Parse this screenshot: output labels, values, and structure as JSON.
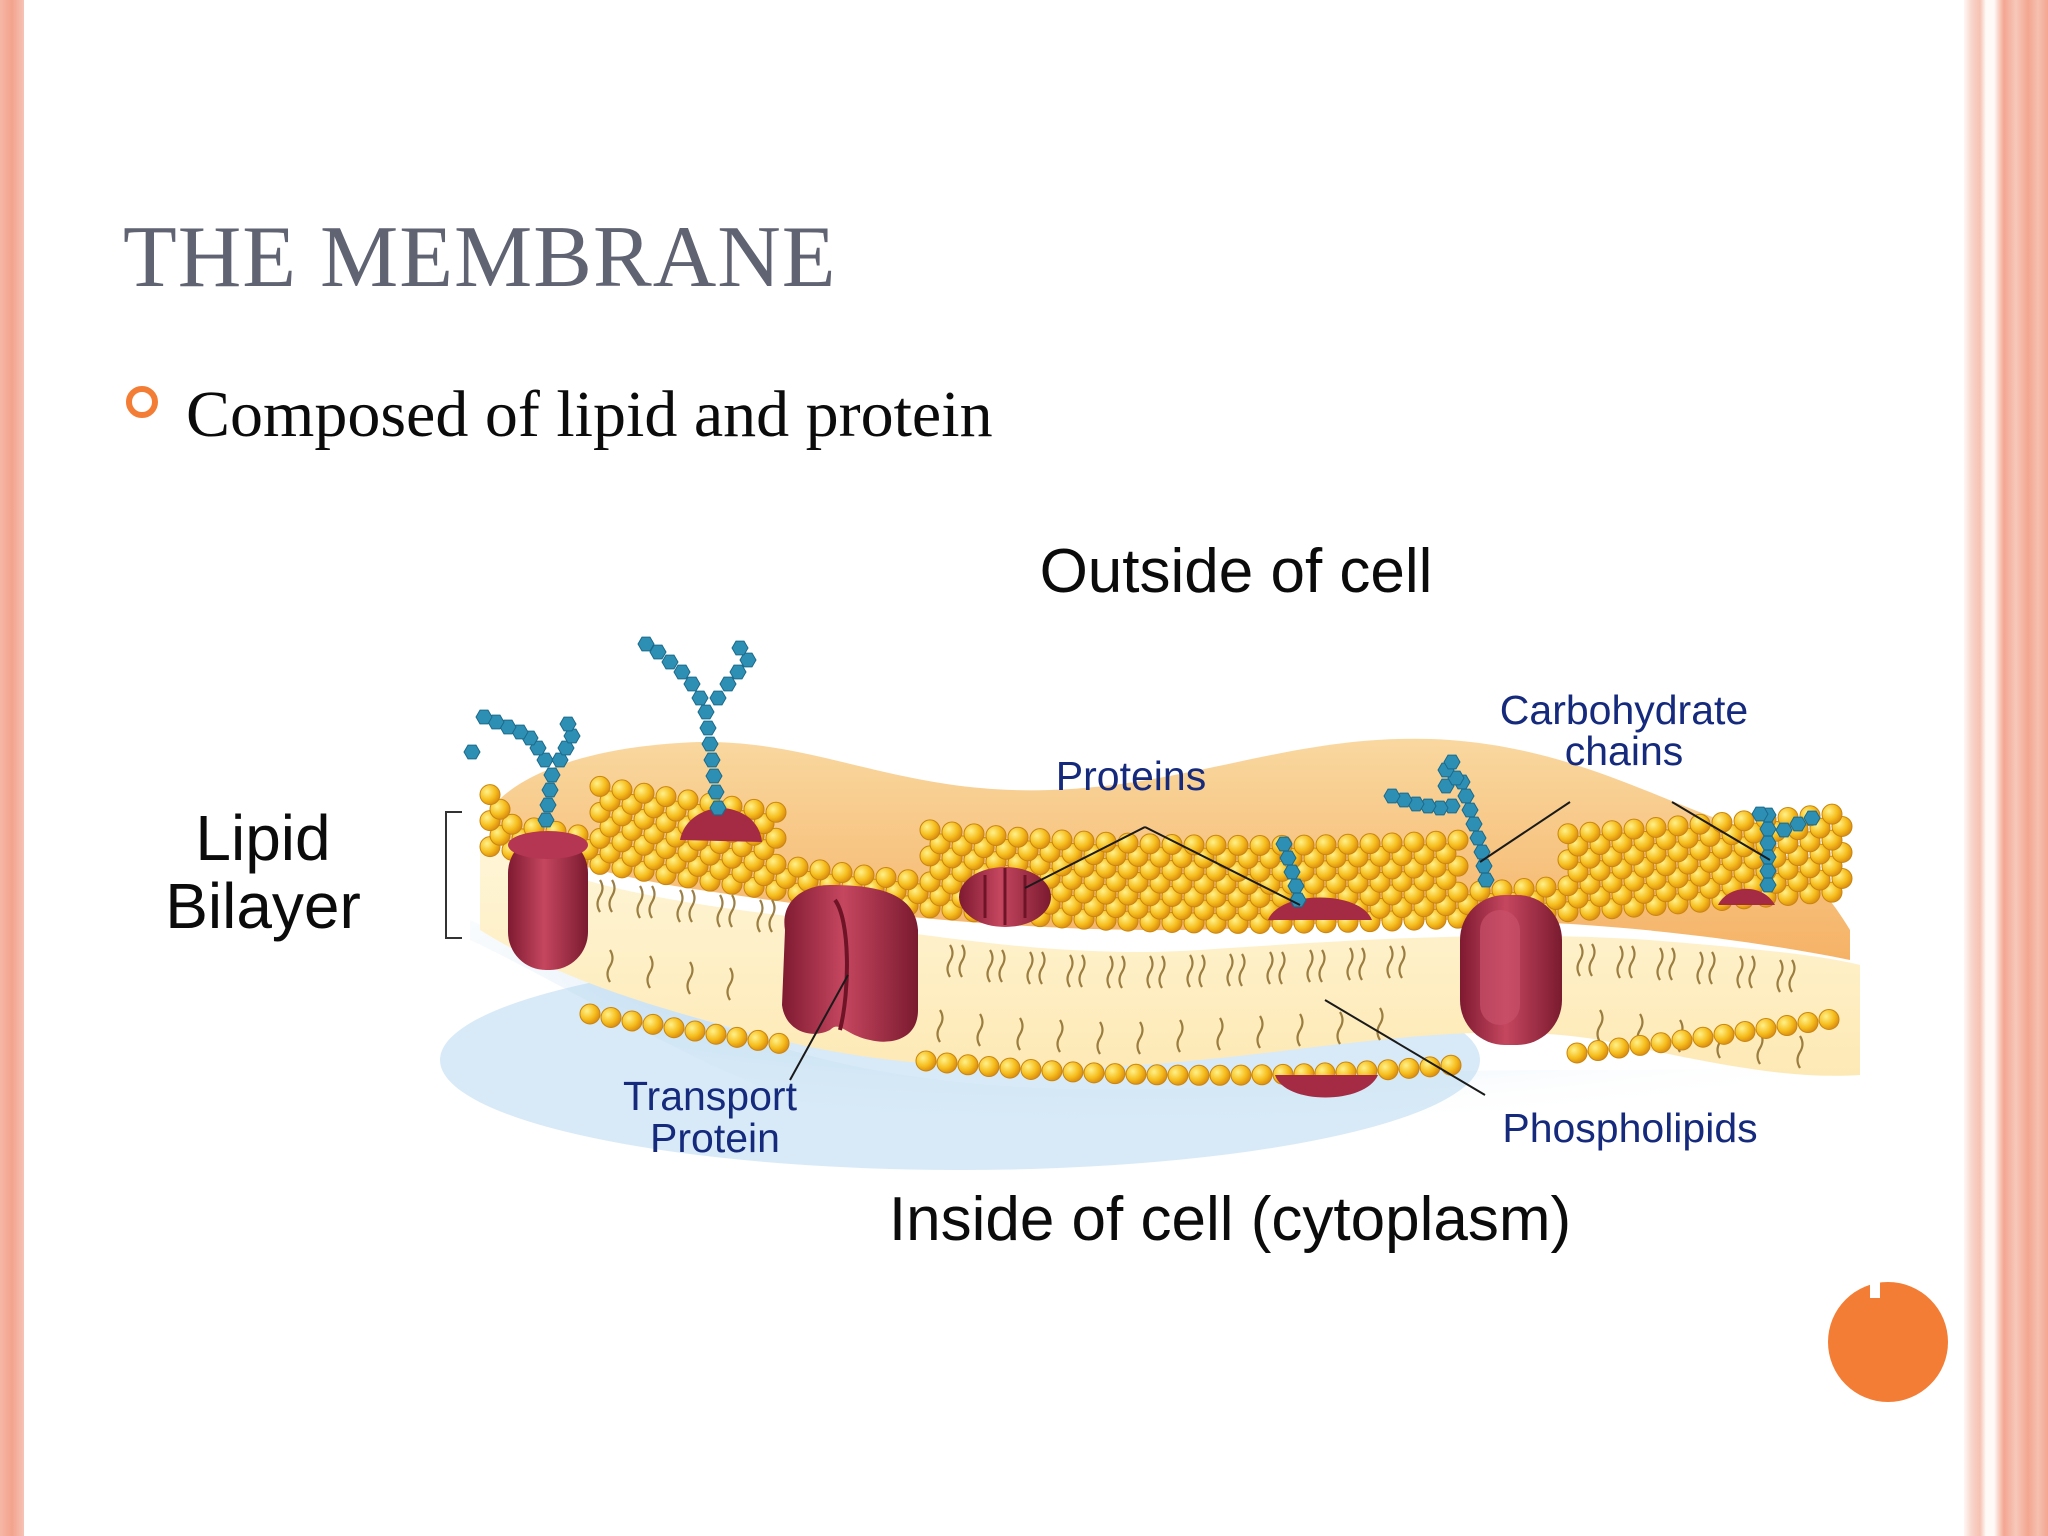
{
  "slide": {
    "title": "THE MEMBRANE",
    "bullet": "Composed of lipid and protein",
    "accent_color": "#f47d35",
    "title_color": "#5f6372"
  },
  "diagram": {
    "outside_label": "Outside of cell",
    "inside_label": "Inside of cell (cytoplasm)",
    "lipid_bilayer_line1": "Lipid",
    "lipid_bilayer_line2": "Bilayer",
    "proteins_label": "Proteins",
    "carbohydrate_line1": "Carbohydrate",
    "carbohydrate_line2": "chains",
    "transport_line1": "Transport",
    "transport_line2": "Protein",
    "phospholipids_label": "Phospholipids",
    "label_color": "#152a7c",
    "protein_color": "#a52b45",
    "head_color": "#f5b81a",
    "carb_color": "#2e8fb5"
  },
  "icons": {
    "bullet": "ring-bullet-icon",
    "corner": "orange-circle-icon"
  }
}
